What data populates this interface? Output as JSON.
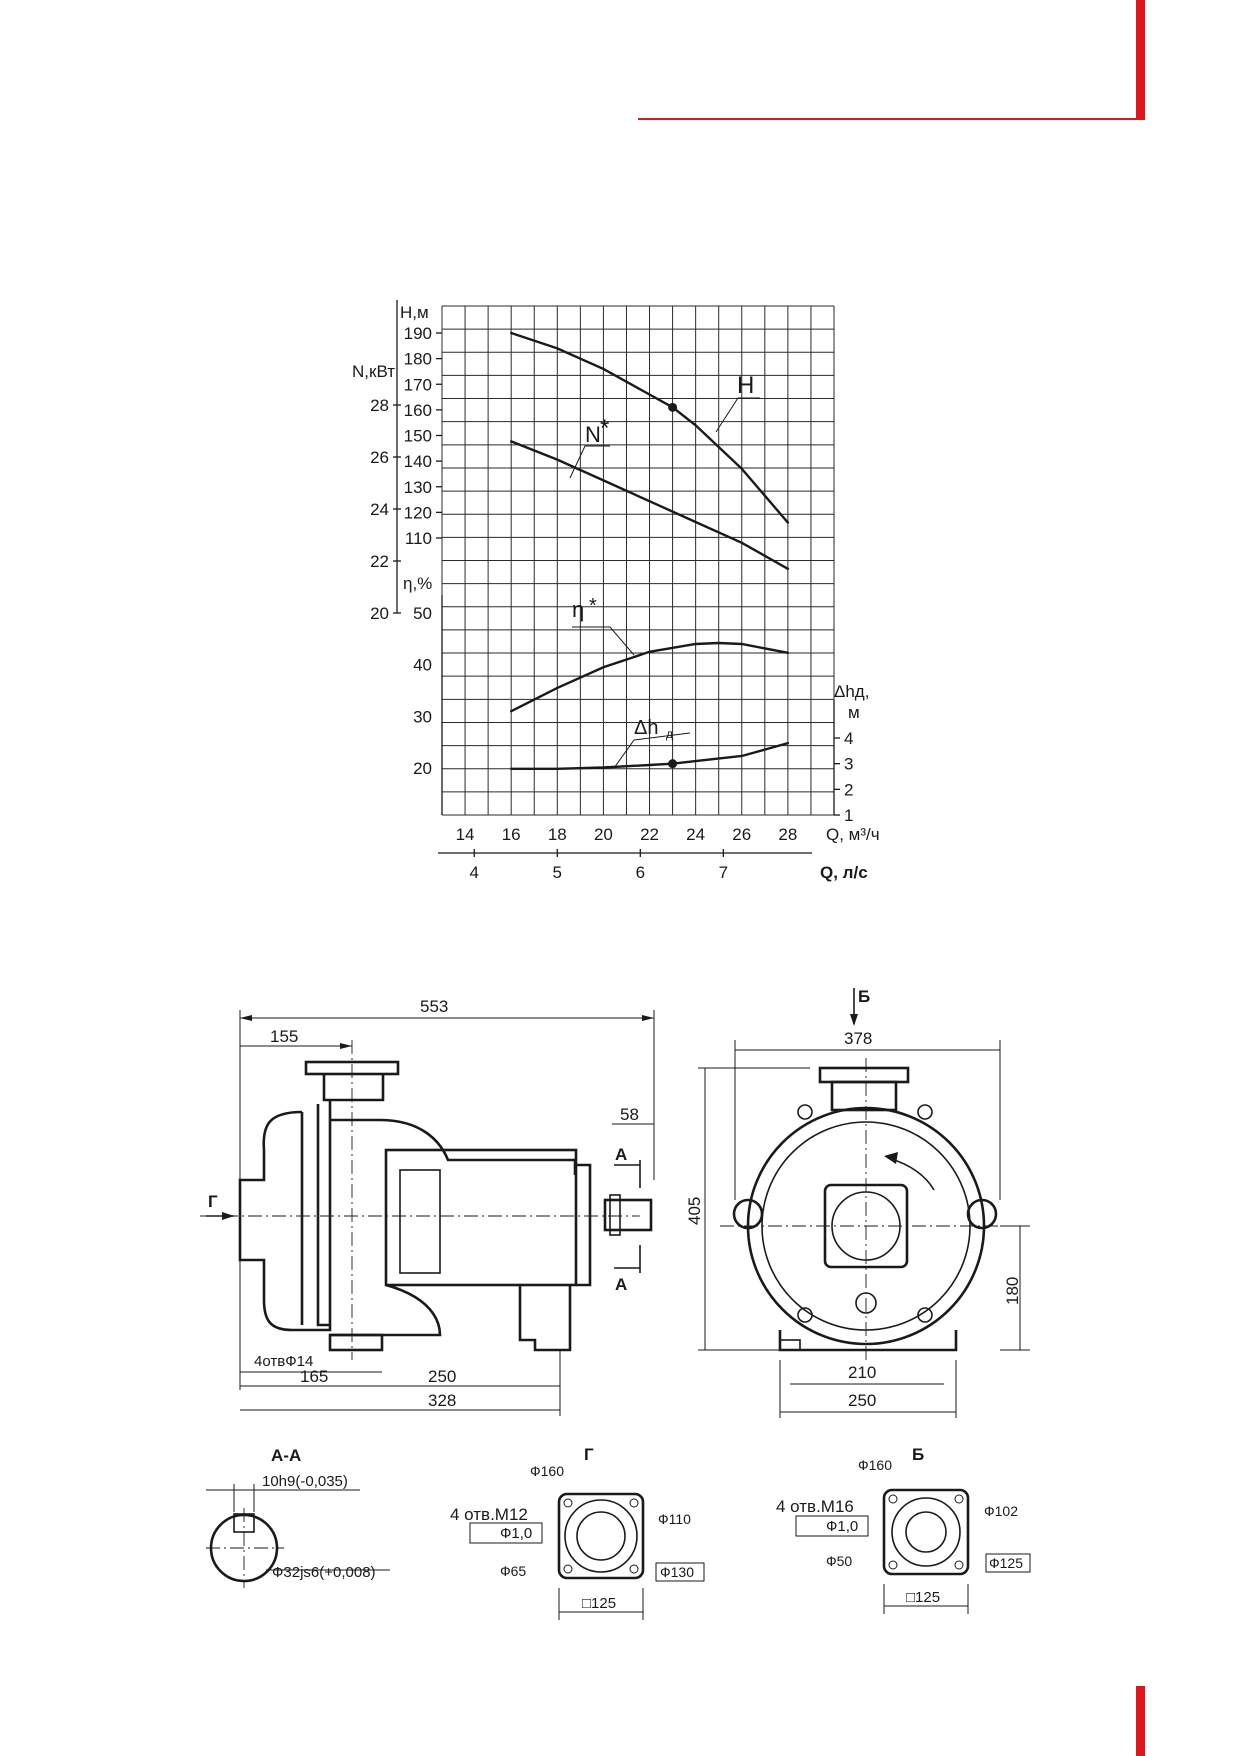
{
  "colors": {
    "accent": "#e1161d",
    "ink": "#1a1a1a"
  },
  "chart_data": {
    "type": "line",
    "x_label": "Q, м³/ч",
    "x_ticks": [
      14,
      16,
      18,
      20,
      22,
      24,
      26,
      28
    ],
    "x2_label": "Q, л/с",
    "x2_ticks": [
      4,
      5,
      6,
      7
    ],
    "axes": {
      "H": {
        "label": "Н,м",
        "ticks": [
          110,
          120,
          130,
          140,
          150,
          160,
          170,
          180,
          190
        ]
      },
      "N": {
        "label": "N,кВт",
        "ticks": [
          20,
          22,
          24,
          26,
          28
        ]
      },
      "eta": {
        "label": "η,%",
        "ticks": [
          20,
          30,
          40,
          50
        ]
      },
      "dh": {
        "label": "Δhд, м",
        "label_main": "Δhд,",
        "label_unit": "м",
        "ticks": [
          1,
          2,
          3,
          4
        ]
      }
    },
    "grid": true,
    "series": [
      {
        "name": "H",
        "axis": "H",
        "x": [
          16,
          18,
          20,
          22,
          23,
          24,
          26,
          28
        ],
        "y": [
          190,
          184,
          176,
          166,
          161,
          154,
          137,
          116
        ]
      },
      {
        "name": "N*",
        "axis": "N",
        "x": [
          16,
          18,
          20,
          22,
          24,
          26,
          28
        ],
        "y": [
          26.6,
          25.9,
          25.1,
          24.3,
          23.5,
          22.7,
          21.7
        ]
      },
      {
        "name": "η*",
        "axis": "eta",
        "x": [
          16,
          18,
          20,
          22,
          24,
          25,
          26,
          28
        ],
        "y": [
          31,
          35.5,
          39.5,
          42.5,
          44,
          44.2,
          44,
          42.3
        ]
      },
      {
        "name": "Δhд",
        "axis": "dh",
        "x": [
          16,
          18,
          20,
          22,
          23,
          24,
          26,
          28
        ],
        "y": [
          2.8,
          2.8,
          2.85,
          2.95,
          3.0,
          3.1,
          3.3,
          3.8
        ]
      }
    ],
    "marked_points": [
      {
        "series": "H",
        "x": 23,
        "y": 161
      },
      {
        "series": "Δhд",
        "x": 23,
        "y": 3.0
      }
    ],
    "curve_labels": {
      "H": "H",
      "N": "N",
      "N_star": "*",
      "eta": "η",
      "eta_star": "*",
      "dh": "Δh",
      "dh_sub": "д"
    }
  },
  "side_view": {
    "dims": [
      "553",
      "155",
      "58",
      "165",
      "250",
      "328",
      "4отвФ14"
    ],
    "section_marks": [
      "А",
      "А"
    ],
    "view_mark": "Г"
  },
  "front_view": {
    "view_mark": "Б",
    "dims": [
      "378",
      "405",
      "180",
      "210",
      "250"
    ]
  },
  "section_aa": {
    "title": "А-А",
    "key": "10h9(-0,035)",
    "shaft": "Ф32js6(+0,008)"
  },
  "flange_g": {
    "title": "Г",
    "holes": "4 отв.М12",
    "tolerance": "Ф1,0",
    "d1": "Ф160",
    "d2": "Ф110",
    "d3": "Ф65",
    "d4": "Ф130",
    "square": "□125"
  },
  "flange_b": {
    "title": "Б",
    "holes": "4 отв.М16",
    "tolerance": "Ф1,0",
    "d1": "Ф160",
    "d2": "Ф102",
    "d3": "Ф50",
    "d4": "Ф125",
    "square": "□125"
  }
}
